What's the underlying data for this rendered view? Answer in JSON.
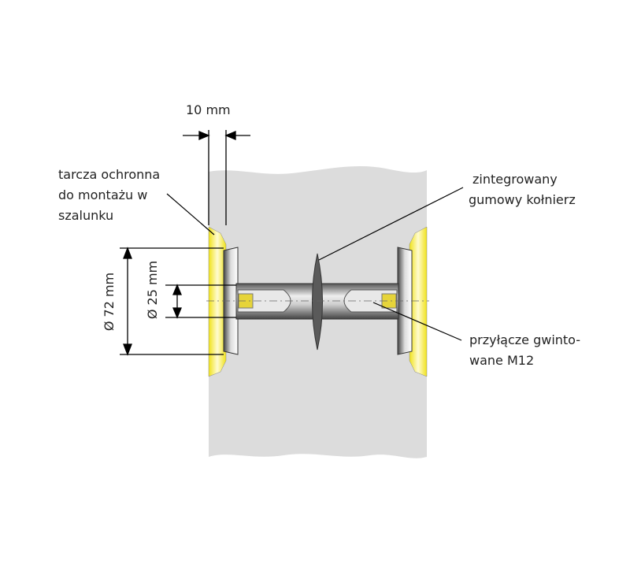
{
  "labels": {
    "dim_width": "10 mm",
    "dim_outer": "Ø 72 mm",
    "dim_inner": "Ø 25 mm",
    "shield": [
      "tarcza ochronna",
      "do montażu w",
      "szalunku"
    ],
    "gasket": [
      "zintegrowany",
      "gumowy kołnierz"
    ],
    "thread": [
      "przyłącze gwinto-",
      "wane M12"
    ]
  },
  "colors": {
    "wall": "#dcdcdc",
    "shield": "#f5ea1e",
    "metal": "#9a9a9a",
    "rubber": "#555555"
  }
}
